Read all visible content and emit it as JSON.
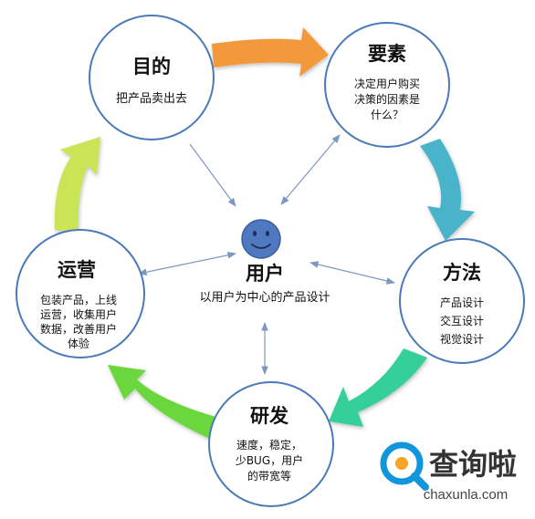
{
  "colors": {
    "circle_stroke": "#4a7ab8",
    "connector": "#7b98c2",
    "face": "#4f78c0",
    "arrow_orange": "#f29a3a",
    "arrow_blue": "#4ab3c9",
    "arrow_teal": "#35cf9a",
    "arrow_green": "#6bd73c",
    "arrow_yellowgreen": "#c9e454",
    "logo_blue": "#1296db",
    "logo_orange": "#f7a428"
  },
  "nodes": {
    "goal": {
      "title": "目的",
      "lines": [
        "把产品卖出去"
      ]
    },
    "elements": {
      "title": "要素",
      "lines": [
        "决定用户购买",
        "决策的因素是",
        "什么？"
      ]
    },
    "methods": {
      "title": "方法",
      "lines": [
        "产品设计",
        "交互设计",
        "视觉设计"
      ]
    },
    "research": {
      "title": "研发",
      "lines": [
        "速度，稳定，",
        "少BUG，用户",
        "的带宽等"
      ]
    },
    "operation": {
      "title": "运营",
      "lines": [
        "包装产品，上线",
        "运营，收集用户",
        "数据，改善用户",
        "体验"
      ]
    }
  },
  "center": {
    "title": "用户",
    "subtitle": "以用户为中心的产品设计",
    "icon": "smiley-face-icon"
  },
  "watermark": {
    "name": "查询啦",
    "domain": "chaxunla.com",
    "icon": "search-magnifier-icon"
  }
}
